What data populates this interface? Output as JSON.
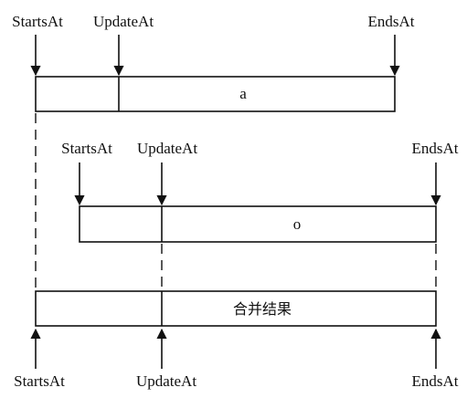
{
  "diagram": {
    "top": {
      "label_starts": "StartsAt",
      "label_update": "UpdateAt",
      "label_ends": "EndsAt",
      "box_text": "a"
    },
    "middle": {
      "label_starts": "StartsAt",
      "label_update": "UpdateAt",
      "label_ends": "EndsAt",
      "box_text": "o"
    },
    "bottom": {
      "label_starts": "StartsAt",
      "label_update": "UpdateAt",
      "label_ends": "EndsAt",
      "box_text": "合并结果"
    }
  }
}
